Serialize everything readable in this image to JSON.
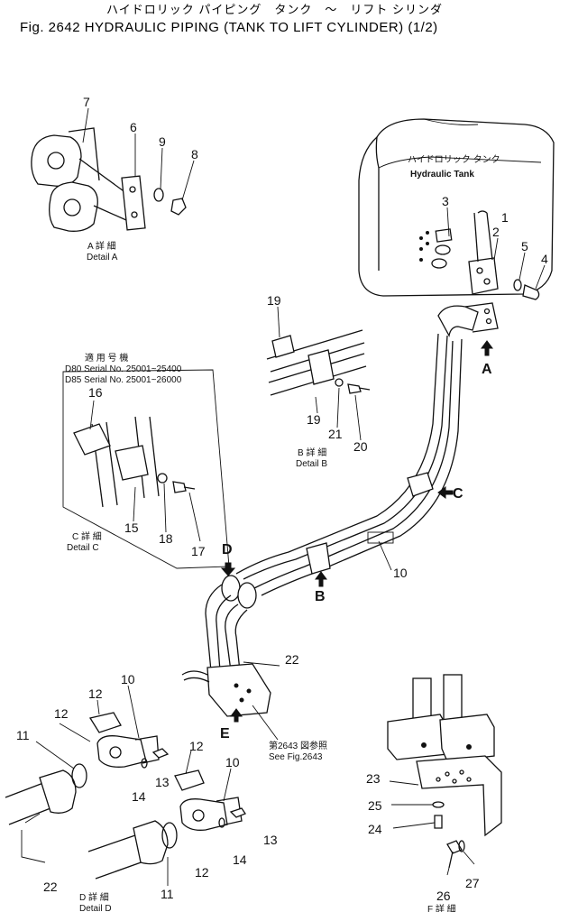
{
  "title": {
    "jp": "ハイドロリック パイピング　タンク　～　リフト シリンダ",
    "en": "Fig. 2642 HYDRAULIC PIPING (TANK TO LIFT CYLINDER) (1/2)"
  },
  "tank": {
    "jp": "ハイドロリック タンク",
    "en": "Hydraulic Tank"
  },
  "details": {
    "a": {
      "jp": "A 詳 細",
      "en": "Detail A"
    },
    "b": {
      "jp": "B 詳 細",
      "en": "Detail B"
    },
    "c": {
      "jp": "C 詳 細",
      "en": "Detail C"
    },
    "d": {
      "jp": "D 詳 細",
      "en": "Detail D"
    },
    "f": {
      "jp": "F 詳 細",
      "en": "Detail F"
    }
  },
  "serial": {
    "jp": "適 用 号 機",
    "d80": "D80 Serial No. 25001~25400",
    "d85": "D85 Serial No. 25001~26000"
  },
  "see_ref": {
    "jp": "第2643 図参照",
    "en": "See Fig.2643"
  },
  "arrows": {
    "a": "A",
    "b": "B",
    "c": "C",
    "d": "D",
    "e": "E"
  },
  "parts": {
    "p1": "1",
    "p2": "2",
    "p3": "3",
    "p4": "4",
    "p5": "5",
    "p6": "6",
    "p7": "7",
    "p8": "8",
    "p9": "9",
    "p10a": "10",
    "p10b": "10",
    "p10c": "10",
    "p11a": "11",
    "p11b": "11",
    "p12a": "12",
    "p12b": "12",
    "p12c": "12",
    "p12d": "12",
    "p13a": "13",
    "p13b": "13",
    "p14a": "14",
    "p14b": "14",
    "p15": "15",
    "p16": "16",
    "p17": "17",
    "p18": "18",
    "p19a": "19",
    "p19b": "19",
    "p20": "20",
    "p21": "21",
    "p22a": "22",
    "p22b": "22",
    "p23": "23",
    "p24": "24",
    "p25": "25",
    "p26": "26",
    "p27": "27"
  }
}
